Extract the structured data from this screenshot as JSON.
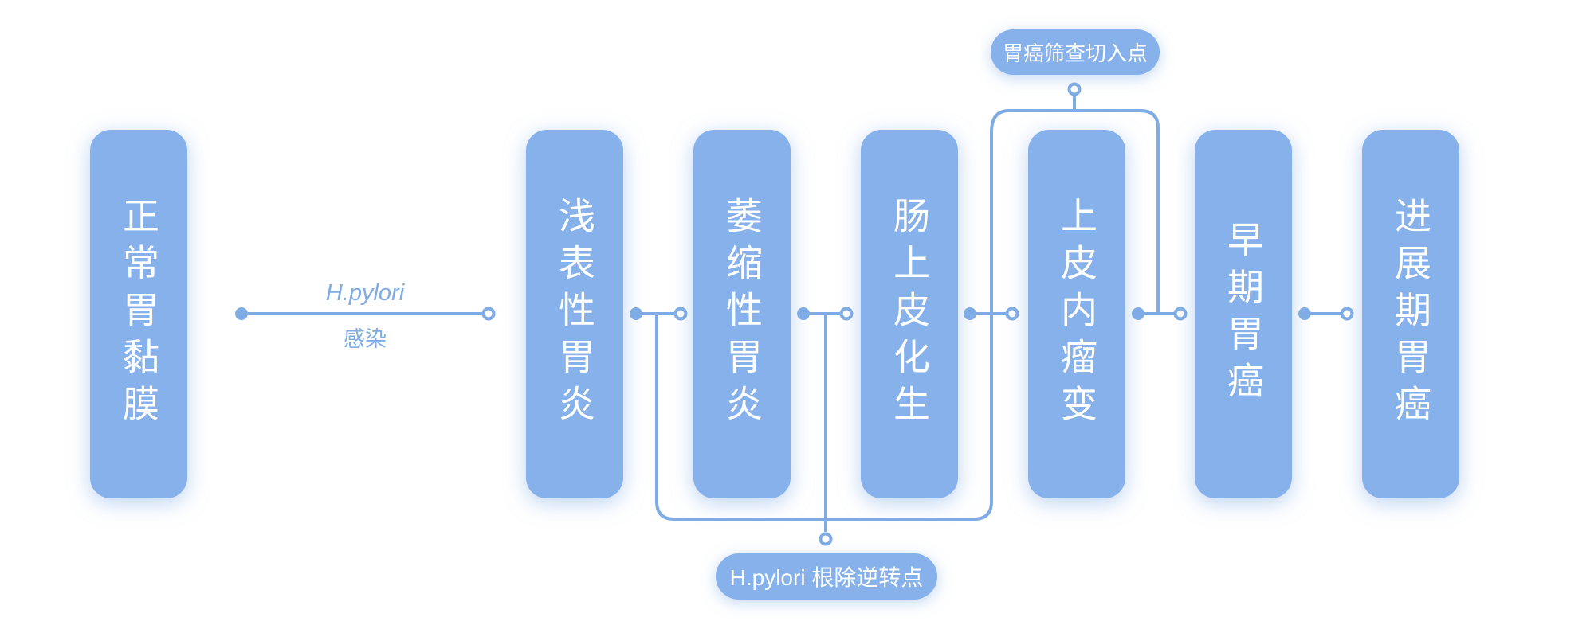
{
  "diagram": {
    "stages": [
      {
        "label": "正常胃黏膜"
      },
      {
        "label": "浅表性胃炎"
      },
      {
        "label": "萎缩性胃炎"
      },
      {
        "label": "肠上皮化生"
      },
      {
        "label": "上皮内瘤变"
      },
      {
        "label": "早期胃癌"
      },
      {
        "label": "进展期胃癌"
      }
    ],
    "edge_label": {
      "line1": "H.pylori",
      "line2": "感染"
    },
    "annotations": {
      "top_pill": "胃癌筛查切入点",
      "bottom_pill": "H.pylori 根除逆转点"
    },
    "colors": {
      "node_fill": "#87b1ea",
      "line": "#7face4",
      "node_text": "#ffffff",
      "background": "#ffffff"
    }
  }
}
